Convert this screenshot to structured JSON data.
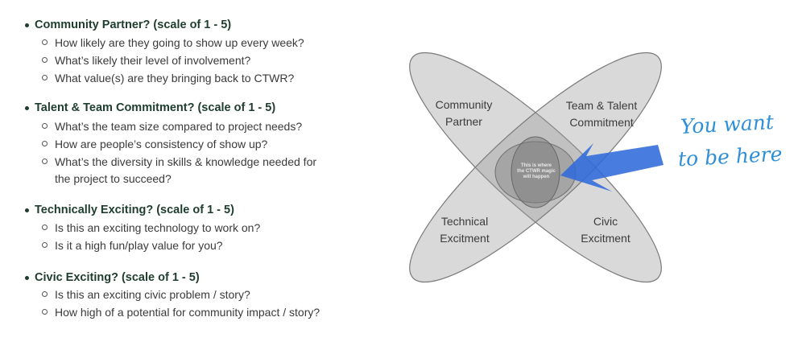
{
  "sections": [
    {
      "title": "Community Partner? (scale of 1 - 5)",
      "questions": [
        "How likely are they going to show up every week?",
        "What’s likely their level of involvement?",
        "What value(s) are they bringing back to CTWR?"
      ]
    },
    {
      "title": "Talent & Team Commitment? (scale of 1 - 5)",
      "questions": [
        "What’s the team size compared to project needs?",
        "How are people’s consistency of show up?",
        "What’s the diversity in skills & knowledge needed for",
        "the project to succeed?"
      ]
    },
    {
      "title": "Technically Exciting? (scale of 1 - 5)",
      "questions": [
        "Is this an exciting technology to work on?",
        "Is it a high fun/play value for you?"
      ]
    },
    {
      "title": "Civic Exciting? (scale of 1 - 5)",
      "questions": [
        "Is this an exciting civic problem / story?",
        "How high of a potential for community impact / story?"
      ]
    }
  ],
  "diagram": {
    "labels": {
      "community_1": "Community",
      "community_2": "Partner",
      "team_1": "Team & Talent",
      "team_2": "Commitment",
      "technical_1": "Technical",
      "technical_2": "Excitment",
      "civic_1": "Civic",
      "civic_2": "Excitment"
    },
    "center_note": [
      "This is where",
      "the CTWR magic",
      "will  happen"
    ],
    "annotation": [
      "You want",
      "to be here"
    ],
    "colors": {
      "ellipse_fill": "#8f8f8f",
      "arrow": "#2f6ad9",
      "annotation": "#2f8fd8"
    }
  }
}
